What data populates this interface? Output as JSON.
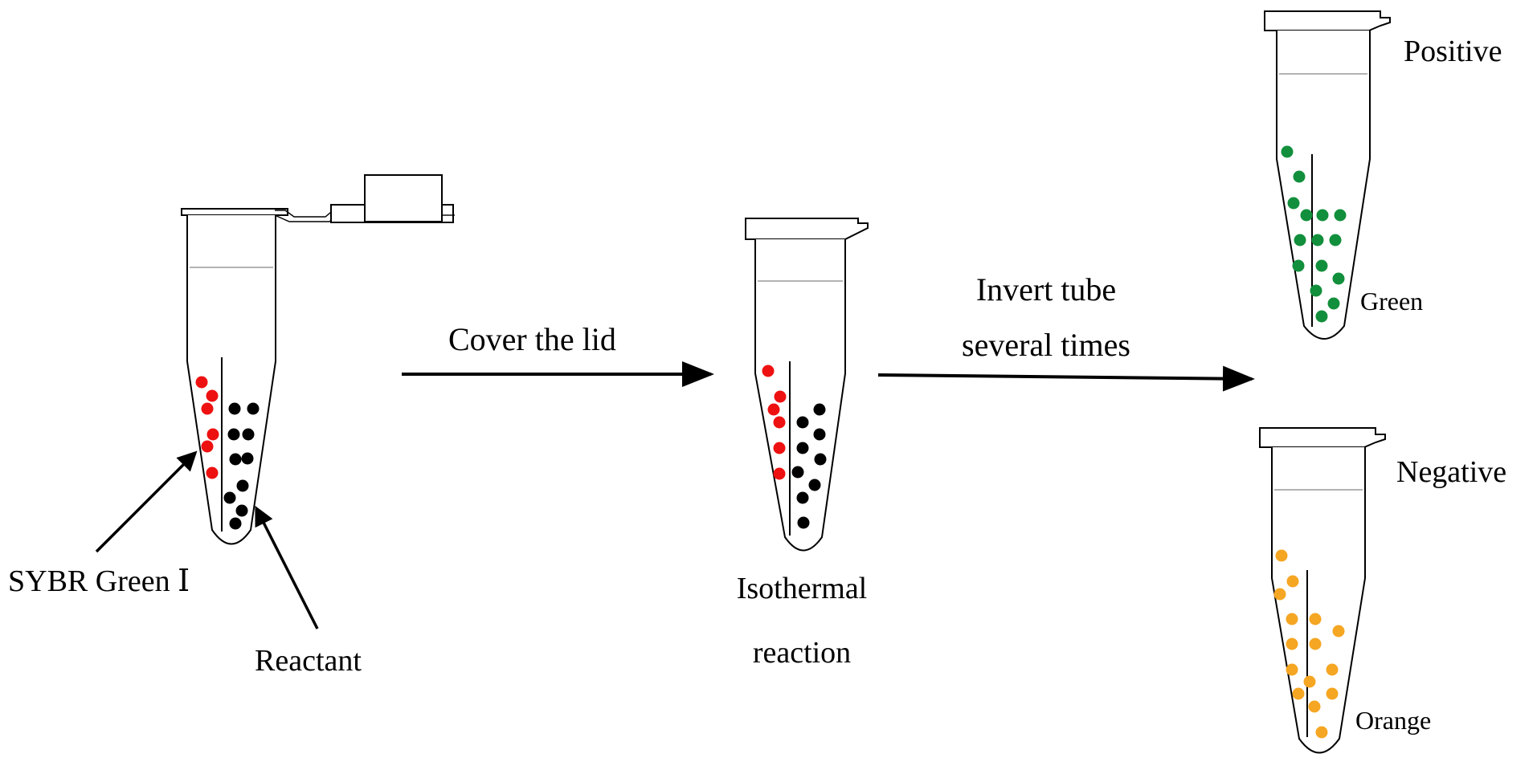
{
  "labels": {
    "step1": "Cover the lid",
    "step2_line1": "Invert tube",
    "step2_line2": "several times",
    "sybr": "SYBR Green Ⅰ",
    "reactant": "Reactant",
    "isothermal_line1": "Isothermal",
    "isothermal_line2": "reaction",
    "positive": "Positive",
    "negative": "Negative",
    "green": "Green",
    "orange": "Orange"
  },
  "colors": {
    "sybr_dots": "#ee1111",
    "reactant_dots": "#000000",
    "positive_dots": "#128f3c",
    "negative_dots": "#f5a623"
  },
  "icons": {
    "tube": "microcentrifuge-tube-icon",
    "arrow": "right-arrow-icon",
    "pointer": "pointer-arrow-icon"
  }
}
